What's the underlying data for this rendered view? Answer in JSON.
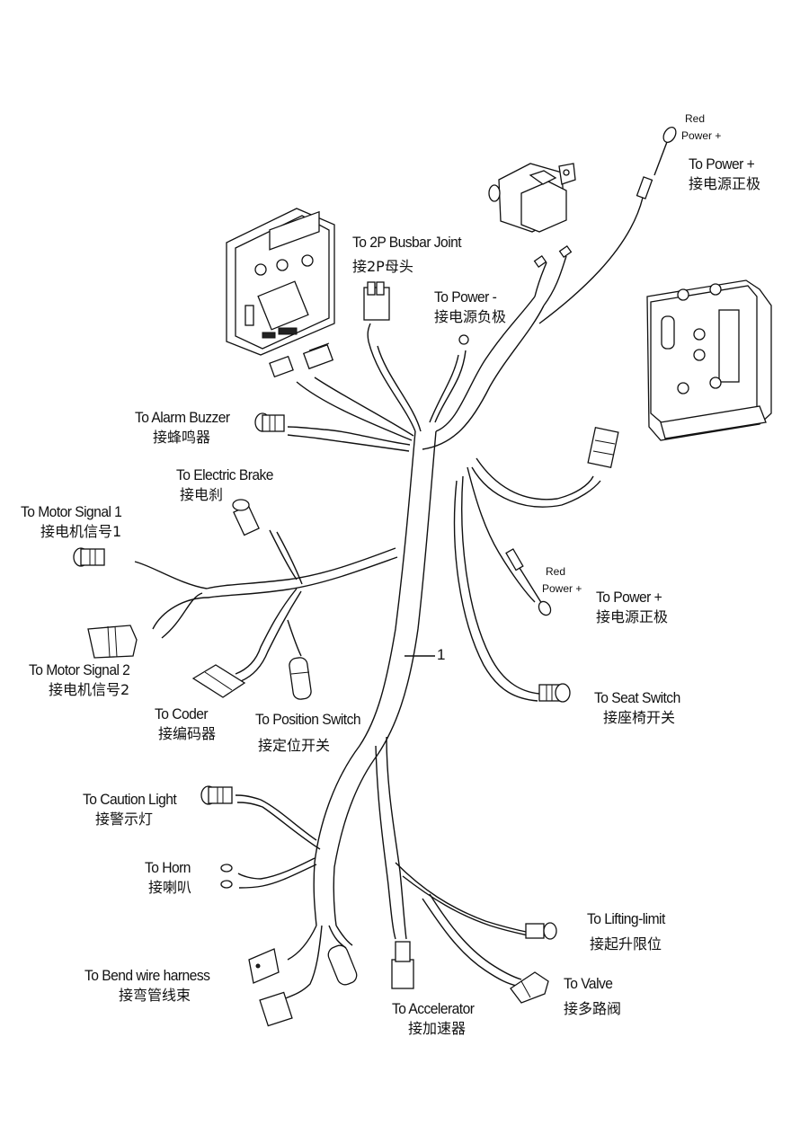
{
  "diagram": {
    "title": "Wire harness connection diagram",
    "part_number_label": "1",
    "labels": {
      "power_plus_top": {
        "en": "To Power +",
        "zh": "接电源正极"
      },
      "red_power_top": {
        "line1": "Red",
        "line2": "Power +"
      },
      "busbar": {
        "en": "To 2P Busbar Joint",
        "zh": "接2P母头"
      },
      "power_minus": {
        "en": "To Power -",
        "zh": "接电源负极"
      },
      "alarm_buzzer": {
        "en": "To Alarm Buzzer",
        "zh": "接蜂鸣器"
      },
      "electric_brake": {
        "en": "To Electric Brake",
        "zh": "接电刹"
      },
      "motor_signal_1": {
        "en": "To Motor Signal 1",
        "zh": "接电机信号1"
      },
      "motor_signal_2": {
        "en": "To Motor Signal 2",
        "zh": "接电机信号2"
      },
      "coder": {
        "en": "To Coder",
        "zh": "接编码器"
      },
      "position_switch": {
        "en": "To Position Switch",
        "zh": "接定位开关"
      },
      "red_power_mid": {
        "line1": "Red",
        "line2": "Power +"
      },
      "power_plus_mid": {
        "en": "To Power +",
        "zh": "接电源正极"
      },
      "seat_switch": {
        "en": "To Seat Switch",
        "zh": "接座椅开关"
      },
      "caution_light": {
        "en": "To Caution Light",
        "zh": "接警示灯"
      },
      "horn": {
        "en": "To Horn",
        "zh": "接喇叭"
      },
      "bend_wire": {
        "en": "To Bend wire harness",
        "zh": "接弯管线束"
      },
      "accelerator": {
        "en": "To Accelerator",
        "zh": "接加速器"
      },
      "lifting_limit": {
        "en": "To Lifting-limit",
        "zh": "接起升限位"
      },
      "valve": {
        "en": "To Valve",
        "zh": "接多路阀"
      }
    },
    "components": [
      "controller-left",
      "contactor-relay",
      "motor-controller-right"
    ]
  }
}
